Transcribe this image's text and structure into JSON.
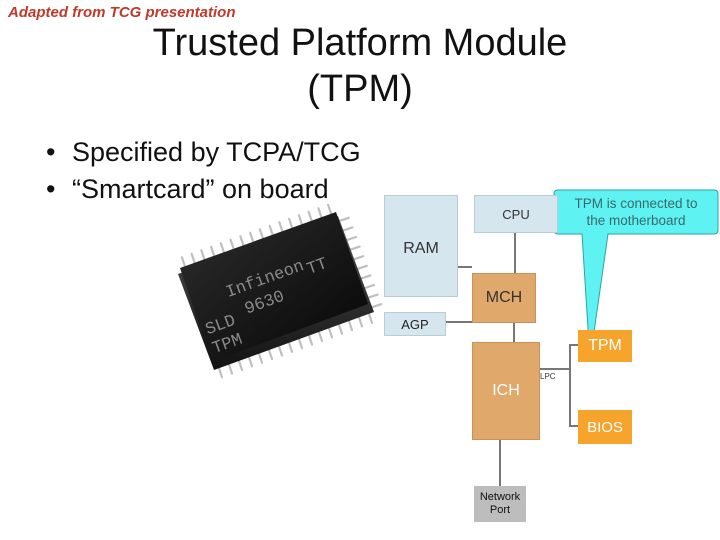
{
  "header": {
    "credit": "Adapted from TCG presentation",
    "title_line1": "Trusted Platform Module",
    "title_line2": "(TPM)"
  },
  "bullets": [
    "Specified by TCPA/TCG",
    "“Smartcard” on board"
  ],
  "chip": {
    "line1": "Infineon",
    "line2": "TT",
    "line3": "9630",
    "line4": "SLD",
    "line5": "TPM"
  },
  "diagram": {
    "cpu": "CPU",
    "ram": "RAM",
    "mch": "MCH",
    "agp": "AGP",
    "tpm": "TPM",
    "ich": "ICH",
    "lpc": "LPC",
    "bios": "BIOS",
    "network_line1": "Network",
    "network_line2": "Port",
    "callout_line1": "TPM is connected to",
    "callout_line2": "the motherboard"
  },
  "colors": {
    "board_box": "#d6e6ee",
    "bridge_box": "#e0a86a",
    "tpm_bios": "#f7a42d",
    "callout": "#5ef2f2",
    "network": "#bdbdbd"
  }
}
